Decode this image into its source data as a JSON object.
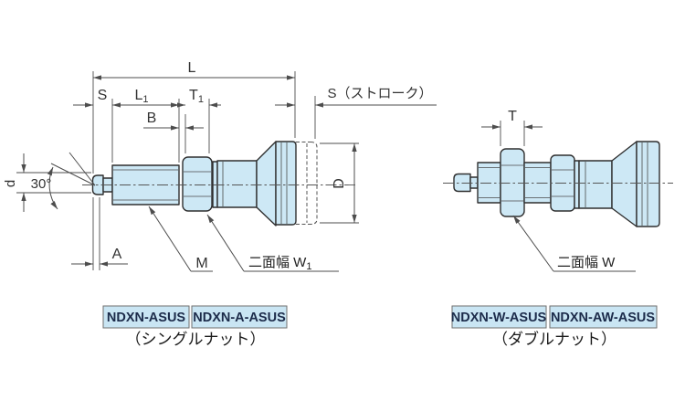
{
  "drawing": {
    "left_figure": {
      "dims": {
        "overall_length": "L",
        "stroke": "S",
        "l1_base": "L",
        "l1_sub": "1",
        "t1_base": "T",
        "t1_sub": "1",
        "b": "B",
        "a": "A",
        "pin_diameter": "d",
        "chamfer_angle": "30°",
        "stroke_note": "S（ストローク）",
        "thread": "M",
        "across_flats_base": "二面幅 W",
        "across_flats_sub": "1",
        "knob_diameter": "D"
      },
      "models": [
        "NDXN-ASUS",
        "NDXN-A-ASUS"
      ],
      "caption": "（シングルナット）"
    },
    "right_figure": {
      "dims": {
        "nut_width": "T",
        "across_flats": "二面幅 W"
      },
      "models": [
        "NDXN-W-ASUS",
        "NDXN-AW-ASUS"
      ],
      "caption": "（ダブルナット）"
    },
    "colors": {
      "part_fill": "#cde8f5",
      "dimension_line": "#4d4d4d",
      "part_outline": "#2f2f2f",
      "model_box_fill": "#c9e5f3",
      "model_box_border": "#6e6e6e",
      "model_box_text": "#1c2b4a",
      "dimension_text": "#333333"
    }
  }
}
